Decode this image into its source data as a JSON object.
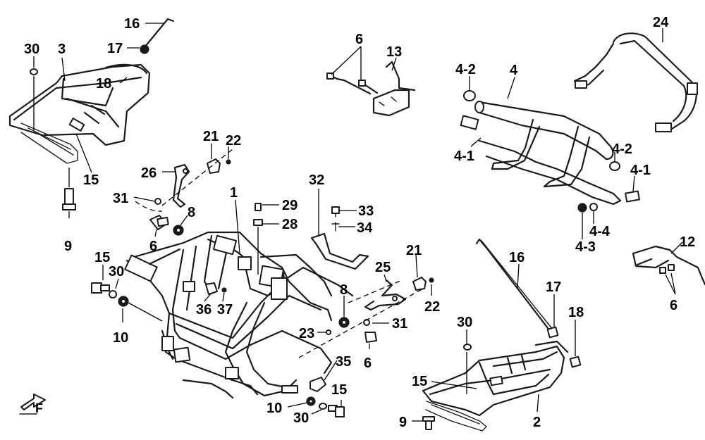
{
  "callouts": [
    {
      "id": "c16a",
      "text": "16"
    },
    {
      "id": "c17a",
      "text": "17"
    },
    {
      "id": "c30a",
      "text": "30"
    },
    {
      "id": "c3",
      "text": "3"
    },
    {
      "id": "c18a",
      "text": "18"
    },
    {
      "id": "c15a",
      "text": "15"
    },
    {
      "id": "c9a",
      "text": "9"
    },
    {
      "id": "c6a",
      "text": "6"
    },
    {
      "id": "c13",
      "text": "13"
    },
    {
      "id": "c4-2a",
      "text": "4-2"
    },
    {
      "id": "c4",
      "text": "4"
    },
    {
      "id": "c24",
      "text": "24"
    },
    {
      "id": "c4-1a",
      "text": "4-1"
    },
    {
      "id": "c4-2b",
      "text": "4-2"
    },
    {
      "id": "c4-1b",
      "text": "4-1"
    },
    {
      "id": "c4-4",
      "text": "4-4"
    },
    {
      "id": "c4-3",
      "text": "4-3"
    },
    {
      "id": "c12",
      "text": "12"
    },
    {
      "id": "c6b",
      "text": "6"
    },
    {
      "id": "c21a",
      "text": "21"
    },
    {
      "id": "c22a",
      "text": "22"
    },
    {
      "id": "c26",
      "text": "26"
    },
    {
      "id": "c31a",
      "text": "31"
    },
    {
      "id": "c8a",
      "text": "8"
    },
    {
      "id": "c6c",
      "text": "6"
    },
    {
      "id": "c1",
      "text": "1"
    },
    {
      "id": "c29",
      "text": "29"
    },
    {
      "id": "c28",
      "text": "28"
    },
    {
      "id": "c32",
      "text": "32"
    },
    {
      "id": "c33",
      "text": "33"
    },
    {
      "id": "c34",
      "text": "34"
    },
    {
      "id": "c15b",
      "text": "15"
    },
    {
      "id": "c30b",
      "text": "30"
    },
    {
      "id": "c10a",
      "text": "10"
    },
    {
      "id": "c36",
      "text": "36"
    },
    {
      "id": "c37",
      "text": "37"
    },
    {
      "id": "c25",
      "text": "25"
    },
    {
      "id": "c21b",
      "text": "21"
    },
    {
      "id": "c22b",
      "text": "22"
    },
    {
      "id": "c8b",
      "text": "8"
    },
    {
      "id": "c31b",
      "text": "31"
    },
    {
      "id": "c23",
      "text": "23"
    },
    {
      "id": "c6d",
      "text": "6"
    },
    {
      "id": "c16b",
      "text": "16"
    },
    {
      "id": "c17b",
      "text": "17"
    },
    {
      "id": "c18b",
      "text": "18"
    },
    {
      "id": "c30c",
      "text": "30"
    },
    {
      "id": "c15c",
      "text": "15"
    },
    {
      "id": "c35",
      "text": "35"
    },
    {
      "id": "c15d",
      "text": "15"
    },
    {
      "id": "c10b",
      "text": "10"
    },
    {
      "id": "c30d",
      "text": "30"
    },
    {
      "id": "c9b",
      "text": "9"
    },
    {
      "id": "c2",
      "text": "2"
    }
  ],
  "front_marker": {
    "letter": "F"
  }
}
